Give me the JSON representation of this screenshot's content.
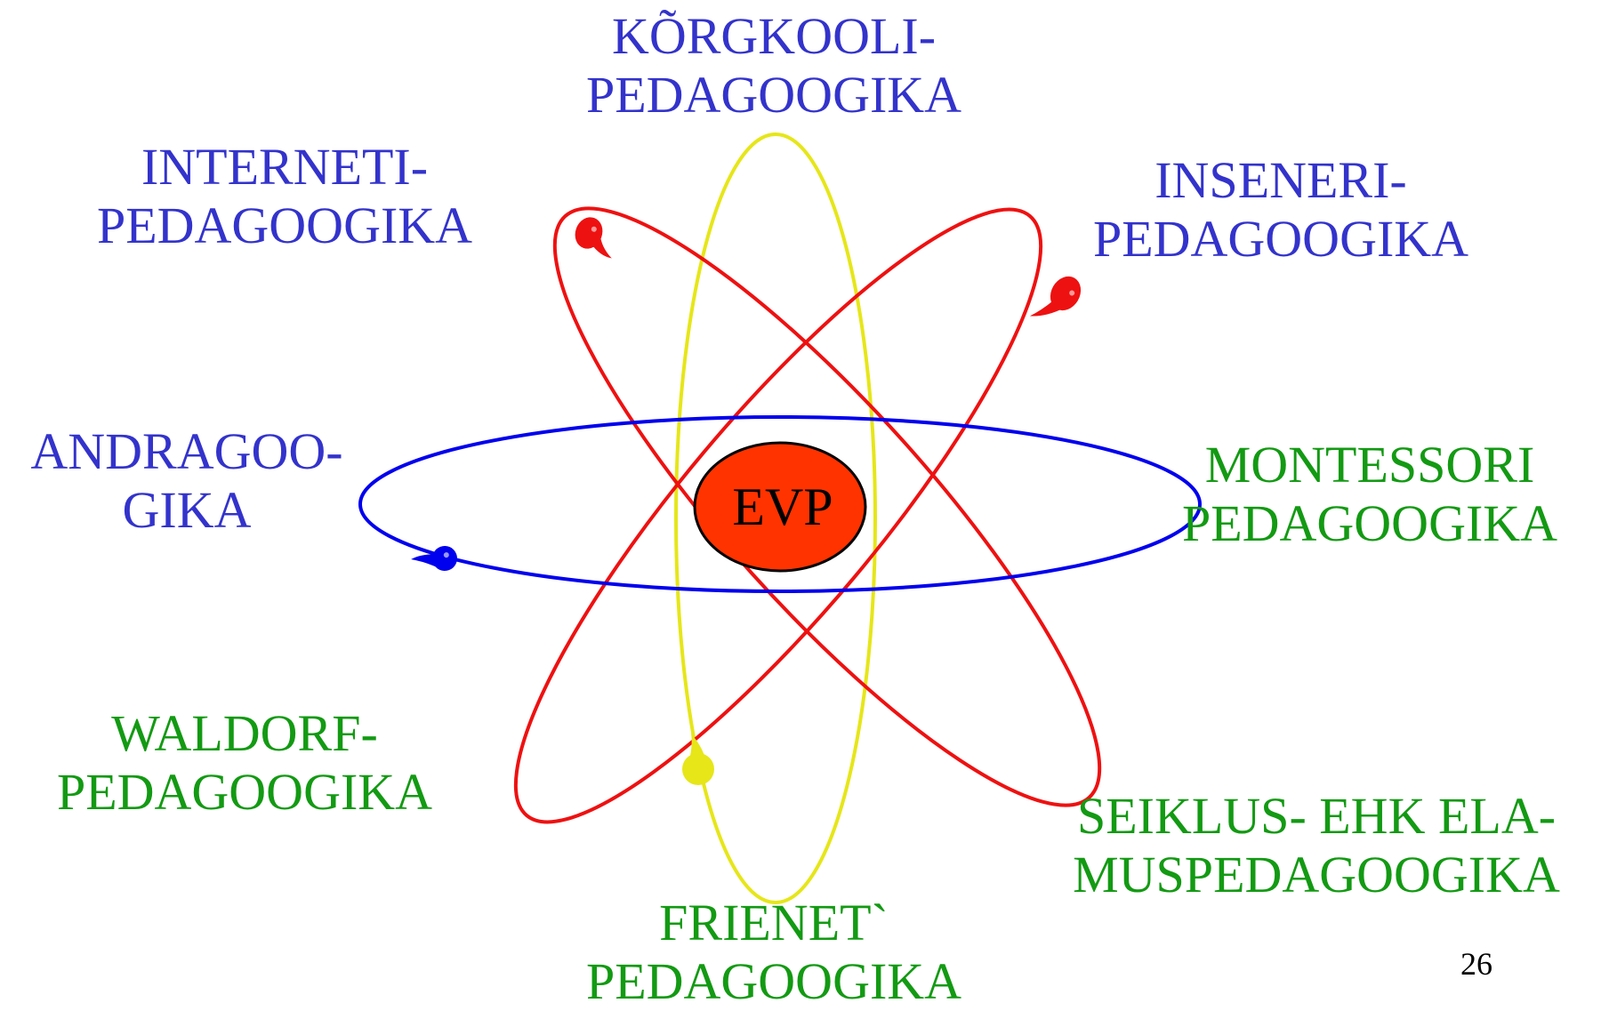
{
  "center": {
    "label": "EVP",
    "fill": "#ff3300"
  },
  "orbit_colors": {
    "blue": "#0000ee",
    "red": "#ee1111",
    "yellow": "#e6e619"
  },
  "label_colors": {
    "blue_group": "#3333cc",
    "green_group": "#139a13"
  },
  "labels": {
    "korgkooli": {
      "line1": "KÕRGKOOLI-",
      "line2": "PEDAGOOGIKA"
    },
    "interneti": {
      "line1": "INTERNETI-",
      "line2": "PEDAGOOGIKA"
    },
    "inseneri": {
      "line1": "INSENERI-",
      "line2": "PEDAGOOGIKA"
    },
    "andragoogika": {
      "line1": "ANDRAGOO-",
      "line2": "GIKA"
    },
    "montessori": {
      "line1": "MONTESSORI",
      "line2": "PEDAGOOGIKA"
    },
    "waldorf": {
      "line1": "WALDORF-",
      "line2": "PEDAGOOGIKA"
    },
    "seiklus": {
      "line1": "SEIKLUS- EHK ELA-",
      "line2": "MUSPEDAGOOGIKA"
    },
    "frienet": {
      "line1": "FRIENET`",
      "line2": "PEDAGOOGIKA"
    }
  },
  "page_number": "26"
}
